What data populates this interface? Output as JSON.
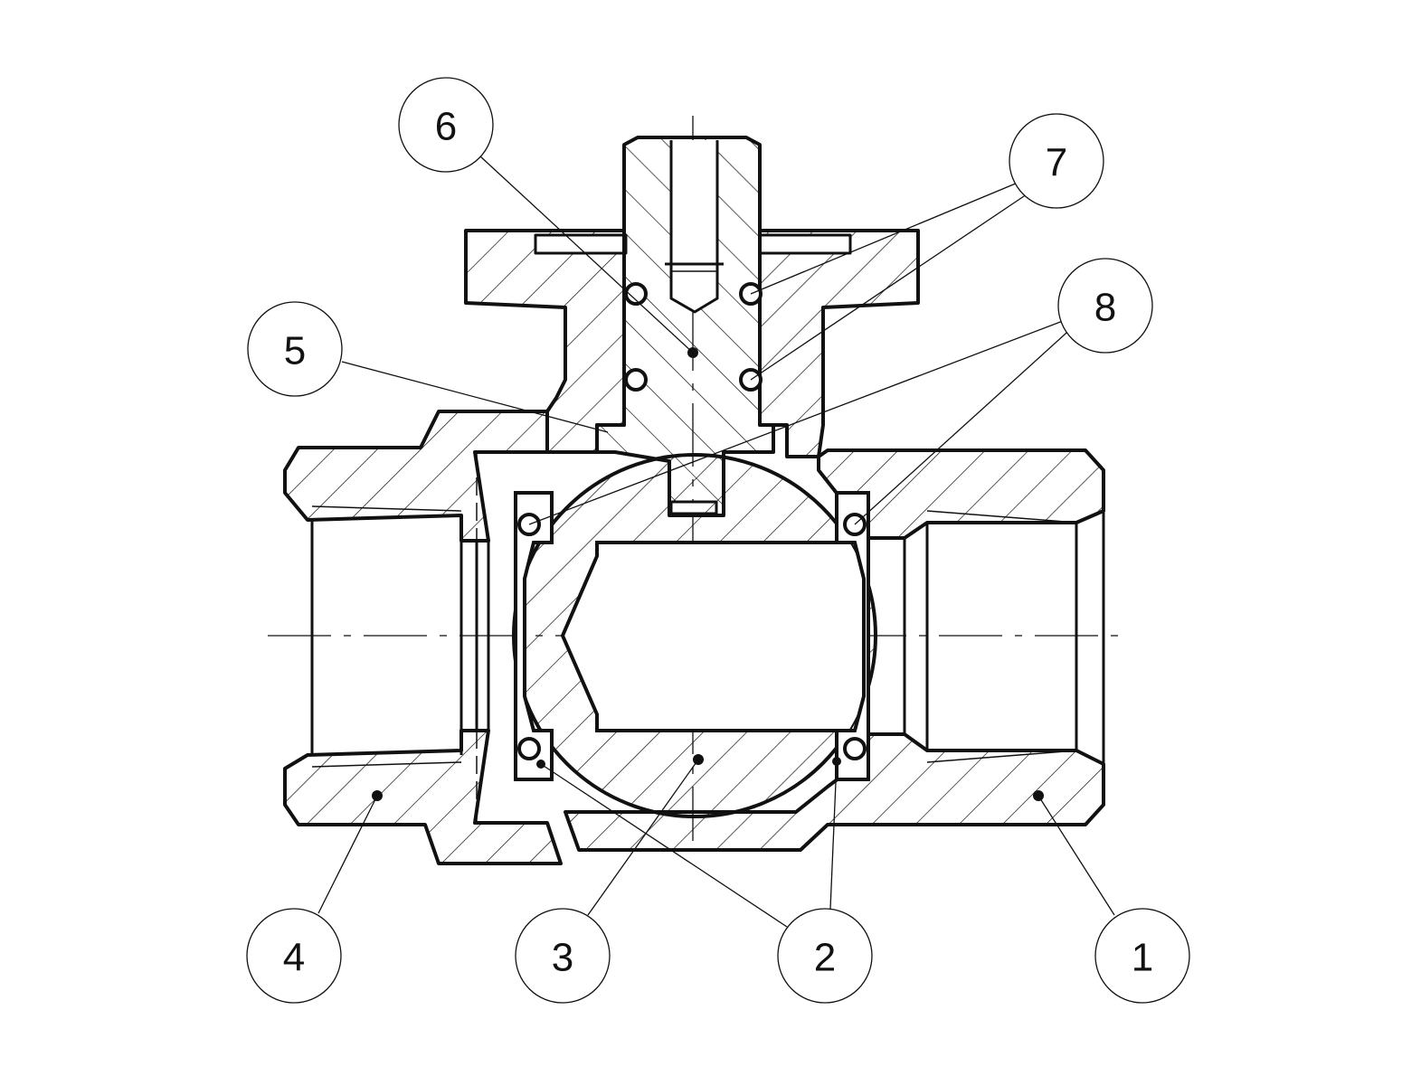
{
  "callouts": [
    {
      "label": "6"
    },
    {
      "label": "7"
    },
    {
      "label": "8"
    },
    {
      "label": "5"
    },
    {
      "label": "4"
    },
    {
      "label": "3"
    },
    {
      "label": "2"
    },
    {
      "label": "1"
    }
  ],
  "colors": {
    "line": "#111111",
    "background": "#ffffff"
  }
}
